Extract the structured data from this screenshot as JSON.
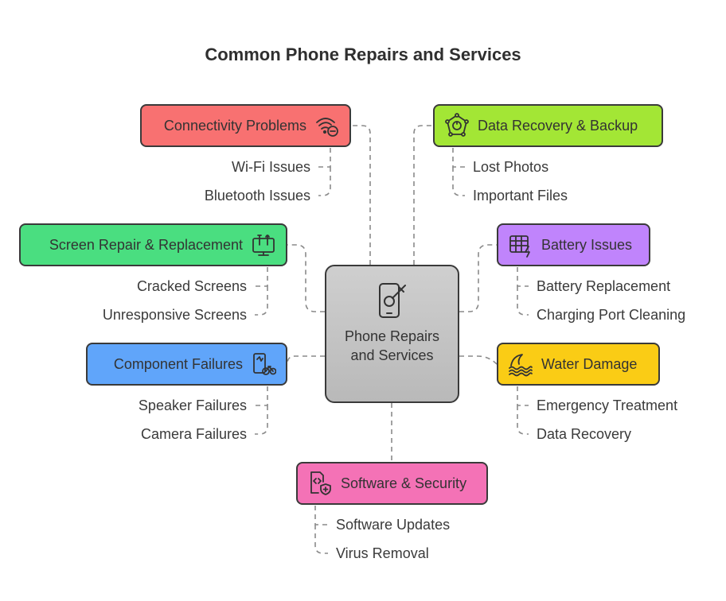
{
  "title": "Common Phone Repairs and Services",
  "center": {
    "label": "Phone Repairs and Services",
    "icon": "phone-repair-icon"
  },
  "categories": {
    "connectivity": {
      "label": "Connectivity Problems",
      "color": "#f87171",
      "icon": "wifi-icon",
      "items": [
        "Wi-Fi Issues",
        "Bluetooth Issues"
      ]
    },
    "screen": {
      "label": "Screen Repair & Replacement",
      "color": "#4ade80",
      "icon": "screen-tools-icon",
      "items": [
        "Cracked Screens",
        "Unresponsive Screens"
      ]
    },
    "component": {
      "label": "Component Failures",
      "color": "#60a5fa",
      "icon": "component-icon",
      "items": [
        "Speaker Failures",
        "Camera Failures"
      ]
    },
    "data": {
      "label": "Data Recovery & Backup",
      "color": "#a3e635",
      "icon": "data-recovery-icon",
      "items": [
        "Lost Photos",
        "Important Files"
      ]
    },
    "battery": {
      "label": "Battery Issues",
      "color": "#c084fc",
      "icon": "battery-icon",
      "items": [
        "Battery Replacement",
        "Charging Port Cleaning"
      ]
    },
    "water": {
      "label": "Water Damage",
      "color": "#facc15",
      "icon": "water-icon",
      "items": [
        "Emergency Treatment",
        "Data Recovery"
      ]
    },
    "software": {
      "label": "Software & Security",
      "color": "#f472b6",
      "icon": "software-security-icon",
      "items": [
        "Software Updates",
        "Virus Removal"
      ]
    }
  }
}
